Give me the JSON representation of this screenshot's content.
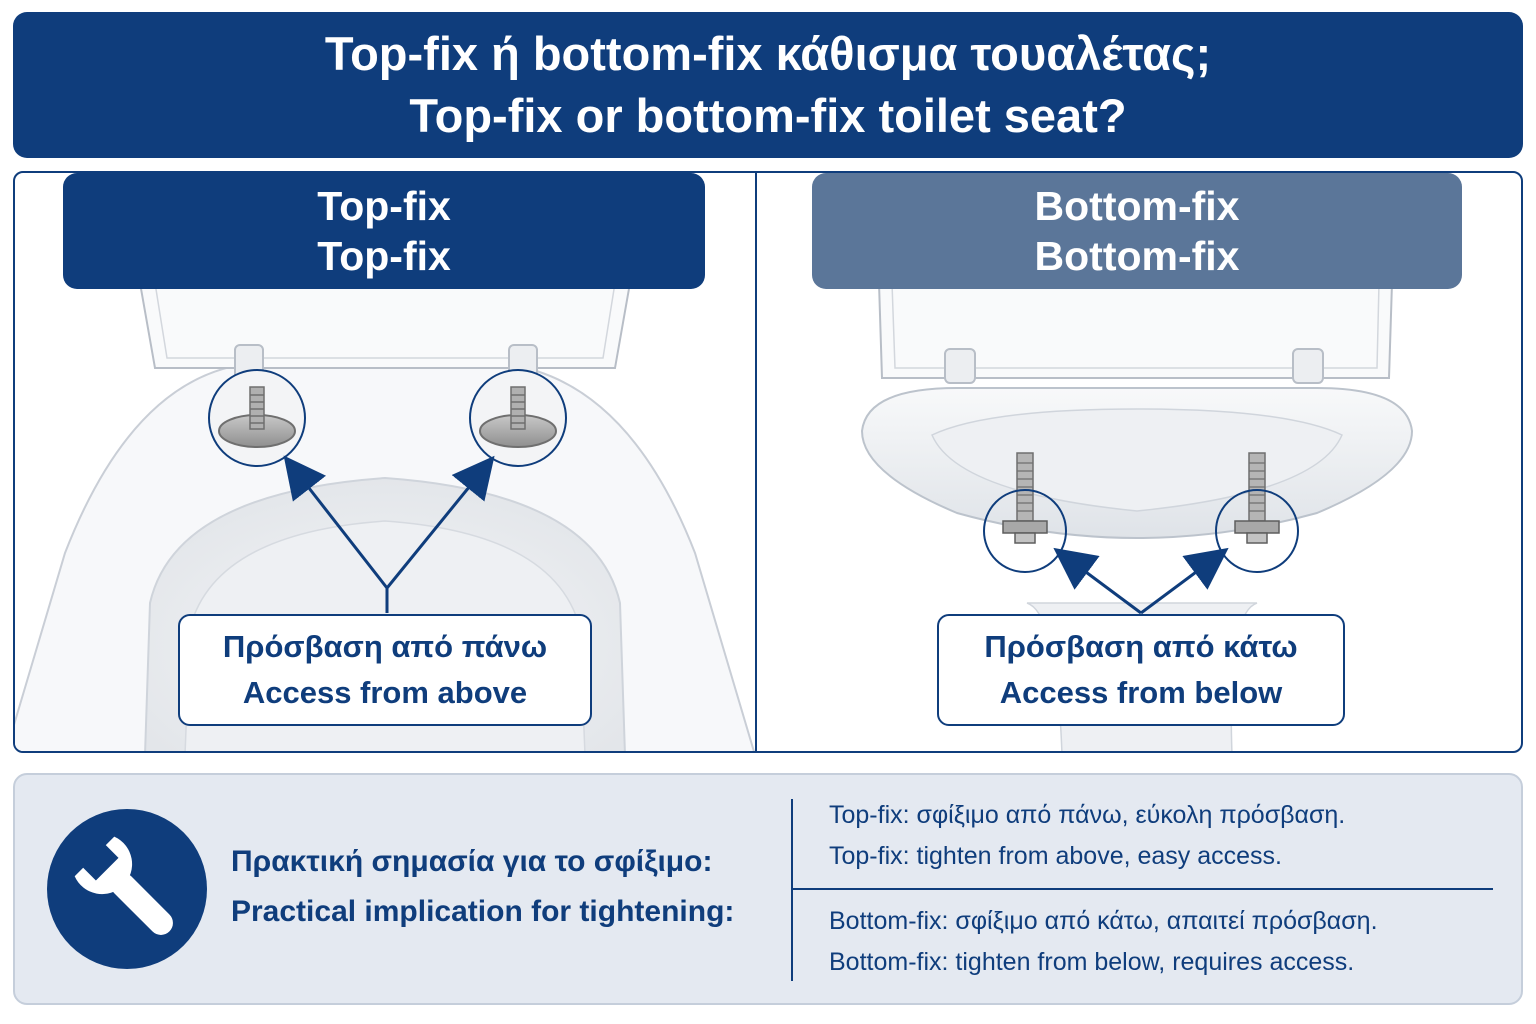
{
  "title": {
    "line_el": "Top-fix ή bottom-fix κάθισμα τουαλέτας;",
    "line_en": "Top-fix or bottom-fix toilet seat?"
  },
  "top_fix": {
    "header_el": "Top-fix",
    "header_en": "Top-fix",
    "callout_el": "Πρόσβαση από πάνω",
    "callout_en": "Access from above"
  },
  "bottom_fix": {
    "header_el": "Bottom-fix",
    "header_en": "Bottom-fix",
    "callout_el": "Πρόσβαση από κάτω",
    "callout_en": "Access from below"
  },
  "implication": {
    "icon": "wrench-icon",
    "label_el": "Πρακτική σημασία για το σφίξιμο:",
    "label_en": "Practical implication for tightening:",
    "top_el": "Top-fix: σφίξιμο από πάνω, εύκολη πρόσβαση.",
    "top_en": "Top-fix: tighten from above, easy access.",
    "bottom_el": "Bottom-fix: σφίξιμο από κάτω, απαιτεί πρόσβαση.",
    "bottom_en": "Bottom-fix: tighten from below, requires access."
  },
  "colors": {
    "navy": "#0f3d7c",
    "slate_blue": "#5b7699",
    "panel_bg": "#e4e9f1"
  }
}
